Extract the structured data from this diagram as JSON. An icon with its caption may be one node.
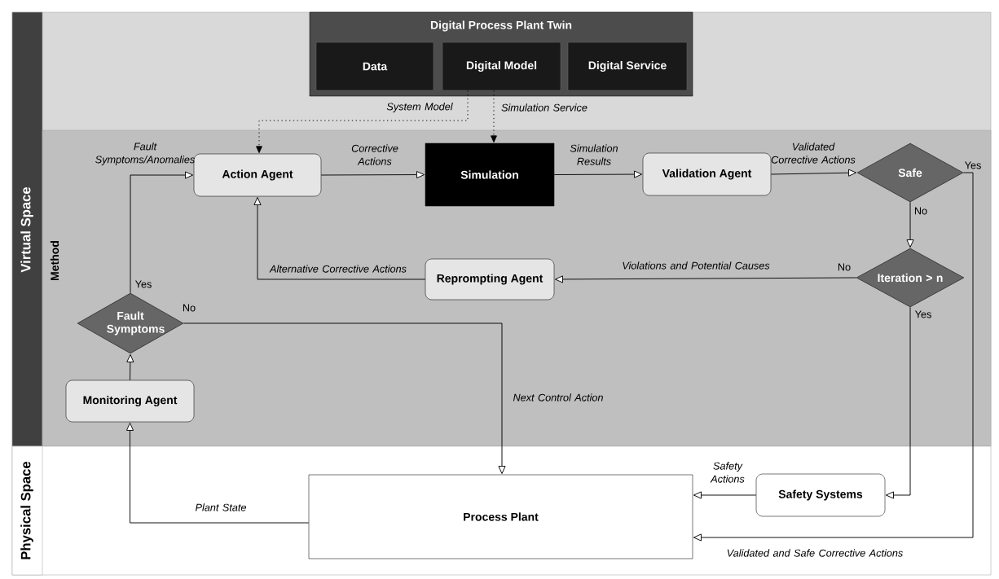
{
  "diagram": {
    "nodes": [
      {
        "text": [
          "Virtual Space"
        ]
      },
      {
        "text": [
          "Method"
        ],
        "in": 0
      },
      {
        "text": [
          "Physical Space"
        ]
      },
      {
        "text": [
          "Digital Process Plant Twin"
        ],
        "in": 0
      },
      {
        "text": [
          "Data"
        ],
        "in": 3
      },
      {
        "text": [
          "Digital Model"
        ],
        "in": 3
      },
      {
        "text": [
          "Digital Service"
        ],
        "in": 3
      },
      {
        "text": [
          "Action Agent"
        ],
        "in": 1
      },
      {
        "text": [
          "Simulation"
        ],
        "in": 1
      },
      {
        "text": [
          "Validation Agent"
        ],
        "in": 1
      },
      {
        "text": [
          "Safe"
        ],
        "in": 1
      },
      {
        "text": [
          "Iteration > n"
        ],
        "in": 1
      },
      {
        "text": [
          "Reprompting Agent"
        ],
        "in": 1
      },
      {
        "text": [
          "Fault Symptoms"
        ],
        "in": 1
      },
      {
        "text": [
          "Monitoring Agent"
        ],
        "in": 1
      },
      {
        "text": [
          "Process Plant"
        ],
        "in": 2
      },
      {
        "text": [
          "Safety Systems"
        ],
        "in": 2
      }
    ],
    "edges": [
      {
        "from": 5,
        "to": 7,
        "arrow": "to",
        "label": "System Model",
        "style": "dashed"
      },
      {
        "from": 5,
        "to": 8,
        "arrow": "to",
        "label": "Simulation Service",
        "style": "dashed"
      },
      {
        "from": 13,
        "to": 7,
        "arrow": "to",
        "label": "Fault Symptoms/Anomalies"
      },
      {
        "from": 7,
        "to": 8,
        "arrow": "to",
        "label": "Corrective Actions"
      },
      {
        "from": 8,
        "to": 9,
        "arrow": "to",
        "label": "Simulation Results"
      },
      {
        "from": 9,
        "to": 10,
        "arrow": "to",
        "label": "Validated Corrective Actions"
      },
      {
        "from": 10,
        "to": 11,
        "arrow": "to",
        "label": "No"
      },
      {
        "from": 11,
        "to": 12,
        "arrow": "to",
        "label": "Violations and Potential Causes"
      },
      {
        "from": 12,
        "to": 7,
        "arrow": "to",
        "label": "Alternative Corrective Actions"
      },
      {
        "from": 14,
        "to": 13,
        "arrow": "to"
      },
      {
        "from": 13,
        "to": 15,
        "arrow": "to",
        "label": "Next Control Action"
      },
      {
        "from": 11,
        "to": 16,
        "arrow": "to"
      },
      {
        "from": 16,
        "to": 15,
        "arrow": "to",
        "label": "Safety Actions"
      },
      {
        "from": 10,
        "to": 15,
        "arrow": "to",
        "label": "Validated and Safe Corrective Actions"
      },
      {
        "from": 15,
        "to": 14,
        "arrow": "to",
        "label": "Plant State"
      }
    ],
    "labels": [
      "Yes",
      "No",
      "Yes",
      "No",
      "Yes"
    ]
  }
}
